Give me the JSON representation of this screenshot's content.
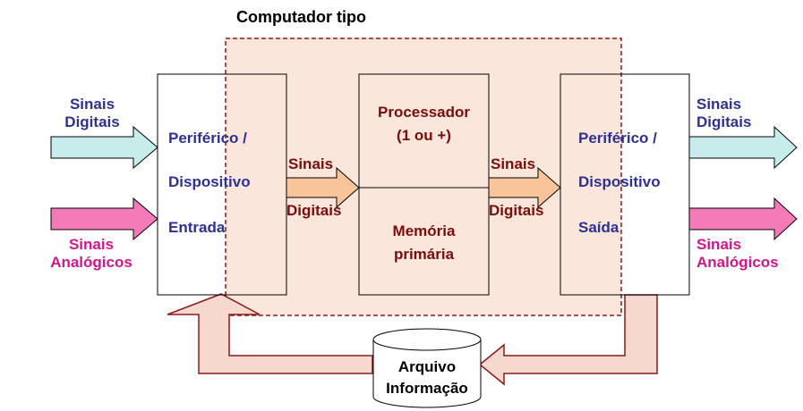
{
  "title": "Computador tipo",
  "input_signals": {
    "digital": [
      "Sinais",
      "Digitais"
    ],
    "analog": [
      "Sinais",
      "Analógicos"
    ]
  },
  "input_device": {
    "line1": "Periférico /",
    "line2": "Dispositivo",
    "line3": "Entrada"
  },
  "bus_left": {
    "line1": "Sinais",
    "line2": "Digitais"
  },
  "processor": {
    "line1": "Processador",
    "line2": "(1 ou +)"
  },
  "memory": {
    "line1": "Memória",
    "line2": "primária"
  },
  "bus_right": {
    "line1": "Sinais",
    "line2": "Digitais"
  },
  "output_device": {
    "line1": "Periférico /",
    "line2": "Dispositivo",
    "line3": "Saída"
  },
  "output_signals": {
    "digital": [
      "Sinais",
      "Digitais"
    ],
    "analog": [
      "Sinais",
      "Analógicos"
    ]
  },
  "storage": {
    "line1": "Arquivo",
    "line2": "Informação"
  },
  "colors": {
    "computer_fill": "#fbe6dc",
    "computer_border": "#8b1a1a",
    "digital_arrow": "#c6ecec",
    "analog_arrow": "#f47ab8",
    "bus_arrow": "#f9c49a",
    "feedback_arrow": "#f6d8ce",
    "blue_text": "#2e3192",
    "pink_text": "#d2158c",
    "brown_text": "#7a0c0c"
  }
}
